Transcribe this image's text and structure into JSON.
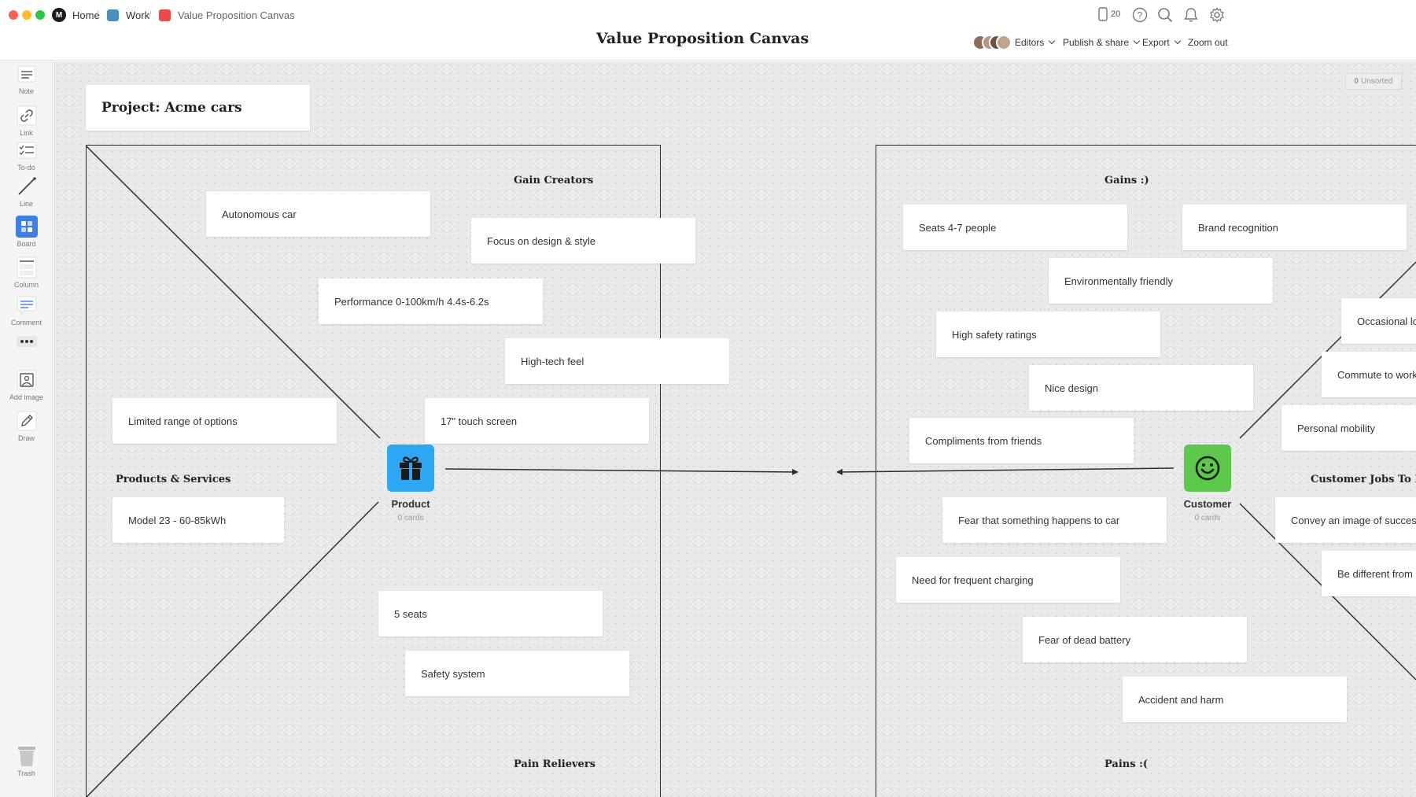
{
  "window": {
    "traffic_colors": [
      "#fe5f57",
      "#febc2e",
      "#28c840"
    ]
  },
  "breadcrumb": {
    "home": "Home",
    "work": "Work",
    "current": "Value Proposition Canvas",
    "work_color": "#4a8fc0",
    "current_color": "#ea4a4a"
  },
  "header": {
    "title": "Value Proposition Canvas",
    "device_count": "20",
    "editors": "Editors",
    "publish": "Publish & share",
    "export": "Export",
    "zoom": "Zoom out"
  },
  "toolbar": {
    "items": [
      {
        "label": "Note",
        "icon": "note-icon"
      },
      {
        "label": "Link",
        "icon": "link-icon"
      },
      {
        "label": "To-do",
        "icon": "todo-icon"
      },
      {
        "label": "Line",
        "icon": "line-icon"
      },
      {
        "label": "Board",
        "icon": "board-icon"
      },
      {
        "label": "Column",
        "icon": "column-icon"
      },
      {
        "label": "Comment",
        "icon": "comment-icon"
      },
      {
        "label": "",
        "icon": "more-icon"
      },
      {
        "label": "Add image",
        "icon": "image-icon"
      },
      {
        "label": "Draw",
        "icon": "pencil-icon"
      }
    ],
    "trash": "Trash",
    "accent": "#3d7fe6"
  },
  "canvas": {
    "unsorted_count": "0",
    "unsorted_label": "Unsorted",
    "project_title": "Project: Acme cars",
    "left": {
      "labels": {
        "gain_creators": "Gain Creators",
        "products_services": "Products & Services",
        "pain_relievers": "Pain Relievers"
      },
      "board": {
        "name": "Product",
        "count": "0 cards",
        "color": "#2ea6f2",
        "icon": "gift-icon"
      },
      "cards": [
        "Autonomous car",
        "Focus on design & style",
        "Performance 0-100km/h 4.4s-6.2s",
        "High-tech feel",
        "Limited range of options",
        "17\" touch screen",
        "Model 23 - 60-85kWh",
        "5 seats",
        "Safety system"
      ]
    },
    "right": {
      "labels": {
        "gains": "Gains :)",
        "customer_jobs": "Customer Jobs To Be Done",
        "pains": "Pains :("
      },
      "board": {
        "name": "Customer",
        "count": "0 cards",
        "color": "#5cc84c",
        "icon": "smiley-icon"
      },
      "cards": [
        "Seats 4-7 people",
        "Brand recognition",
        "Environmentally friendly",
        "Occasional long trips",
        "High safety ratings",
        "Commute to work",
        "Nice design",
        "Personal mobility",
        "Compliments from friends",
        "Fear that something happens to car",
        "Convey an image of success",
        "Be different from others",
        "Need for frequent charging",
        "Fear of dead battery",
        "Accident and harm"
      ]
    }
  }
}
